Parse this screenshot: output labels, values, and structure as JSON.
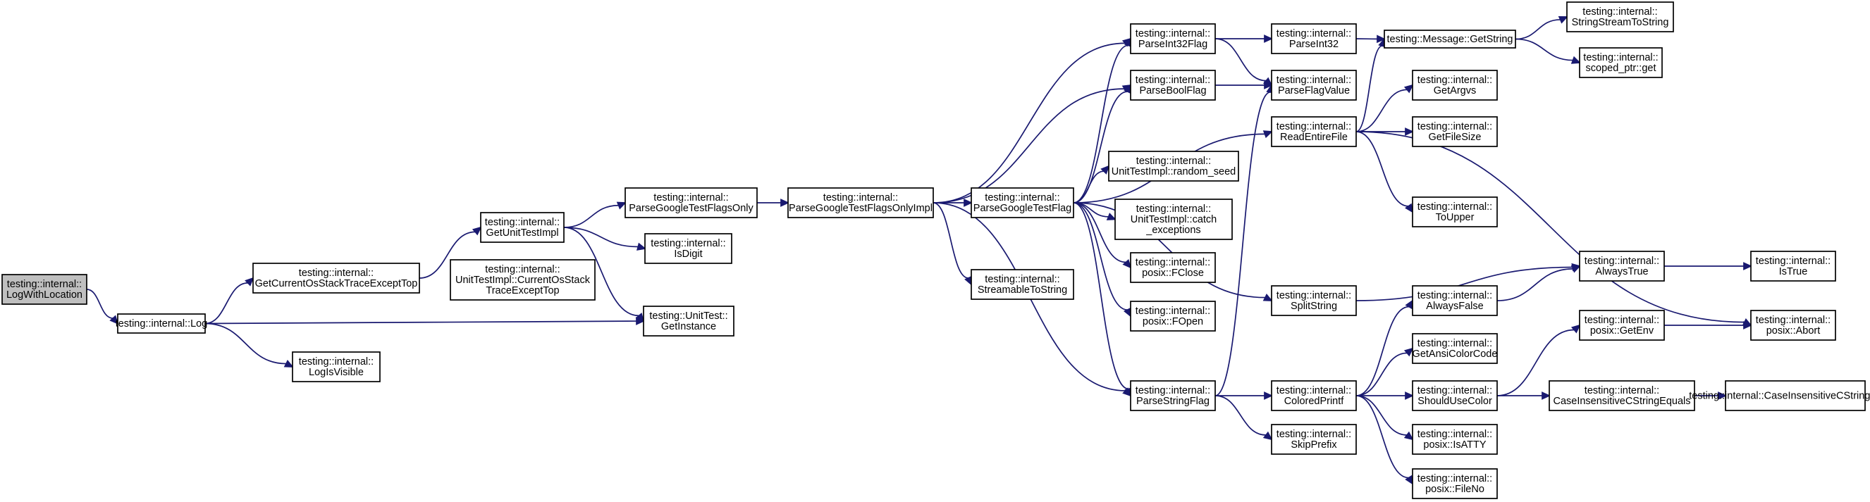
{
  "graph": {
    "title": "",
    "nodes": [
      {
        "id": "root",
        "lines": [
          "testing::internal::",
          "LogWithLocation"
        ],
        "root": true
      },
      {
        "id": "log",
        "lines": [
          "testing::internal::Log"
        ]
      },
      {
        "id": "getcur",
        "lines": [
          "testing::internal::",
          "GetCurrentOsStackTraceExceptTop"
        ]
      },
      {
        "id": "logvis",
        "lines": [
          "testing::internal::",
          "LogIsVisible"
        ]
      },
      {
        "id": "getunit",
        "lines": [
          "testing::internal::",
          "GetUnitTestImpl"
        ]
      },
      {
        "id": "uticur",
        "lines": [
          "testing::internal::",
          "UnitTestImpl::CurrentOsStack",
          "TraceExceptTop"
        ]
      },
      {
        "id": "pgtfo",
        "lines": [
          "testing::internal::",
          "ParseGoogleTestFlagsOnly"
        ]
      },
      {
        "id": "isdigit",
        "lines": [
          "testing::internal::",
          "IsDigit"
        ]
      },
      {
        "id": "getinst",
        "lines": [
          "testing::UnitTest::",
          "GetInstance"
        ]
      },
      {
        "id": "pgtfoi",
        "lines": [
          "testing::internal::",
          "ParseGoogleTestFlagsOnlyImpl"
        ]
      },
      {
        "id": "pgtf",
        "lines": [
          "testing::internal::",
          "ParseGoogleTestFlag"
        ]
      },
      {
        "id": "s2s",
        "lines": [
          "testing::internal::",
          "StreamableToString"
        ]
      },
      {
        "id": "pi32f",
        "lines": [
          "testing::internal::",
          "ParseInt32Flag"
        ]
      },
      {
        "id": "pbool",
        "lines": [
          "testing::internal::",
          "ParseBoolFlag"
        ]
      },
      {
        "id": "rseed",
        "lines": [
          "testing::internal::",
          "UnitTestImpl::random_seed"
        ]
      },
      {
        "id": "catchex",
        "lines": [
          "testing::internal::",
          "UnitTestImpl::catch",
          "_exceptions"
        ]
      },
      {
        "id": "fclose",
        "lines": [
          "testing::internal::",
          "posix::FClose"
        ]
      },
      {
        "id": "fopen",
        "lines": [
          "testing::internal::",
          "posix::FOpen"
        ]
      },
      {
        "id": "pstr",
        "lines": [
          "testing::internal::",
          "ParseStringFlag"
        ]
      },
      {
        "id": "pi32",
        "lines": [
          "testing::internal::",
          "ParseInt32"
        ]
      },
      {
        "id": "pfv",
        "lines": [
          "testing::internal::",
          "ParseFlagValue"
        ]
      },
      {
        "id": "ref",
        "lines": [
          "testing::internal::",
          "ReadEntireFile"
        ]
      },
      {
        "id": "split",
        "lines": [
          "testing::internal::",
          "SplitString"
        ]
      },
      {
        "id": "cprintf",
        "lines": [
          "testing::internal::",
          "ColoredPrintf"
        ]
      },
      {
        "id": "skip",
        "lines": [
          "testing::internal::",
          "SkipPrefix"
        ]
      },
      {
        "id": "msgget",
        "lines": [
          "testing::Message::GetString"
        ]
      },
      {
        "id": "argvs",
        "lines": [
          "testing::internal::",
          "GetArgvs"
        ]
      },
      {
        "id": "fsize",
        "lines": [
          "testing::internal::",
          "GetFileSize"
        ]
      },
      {
        "id": "toupper",
        "lines": [
          "testing::internal::",
          "ToUpper"
        ]
      },
      {
        "id": "afalse",
        "lines": [
          "testing::internal::",
          "AlwaysFalse"
        ]
      },
      {
        "id": "ansi",
        "lines": [
          "testing::internal::",
          "GetAnsiColorCode"
        ]
      },
      {
        "id": "usecolor",
        "lines": [
          "testing::internal::",
          "ShouldUseColor"
        ]
      },
      {
        "id": "isatty",
        "lines": [
          "testing::internal::",
          "posix::IsATTY"
        ]
      },
      {
        "id": "fileno",
        "lines": [
          "testing::internal::",
          "posix::FileNo"
        ]
      },
      {
        "id": "sss",
        "lines": [
          "testing::internal::",
          "StringStreamToString"
        ]
      },
      {
        "id": "scoped",
        "lines": [
          "testing::internal::",
          "scoped_ptr::get"
        ]
      },
      {
        "id": "atrue",
        "lines": [
          "testing::internal::",
          "AlwaysTrue"
        ]
      },
      {
        "id": "getenv",
        "lines": [
          "testing::internal::",
          "posix::GetEnv"
        ]
      },
      {
        "id": "cice1",
        "lines": [
          "testing::internal::",
          "CaseInsensitiveCStringEquals"
        ]
      },
      {
        "id": "istrue",
        "lines": [
          "testing::internal::",
          "IsTrue"
        ]
      },
      {
        "id": "abort",
        "lines": [
          "testing::internal::",
          "posix::Abort"
        ]
      },
      {
        "id": "cice2",
        "lines": [
          "testing::internal::CaseInsensitiveCStringEquals"
        ]
      }
    ],
    "edges": [
      [
        "root",
        "log"
      ],
      [
        "log",
        "getcur"
      ],
      [
        "log",
        "getinst"
      ],
      [
        "log",
        "logvis"
      ],
      [
        "getcur",
        "getunit"
      ],
      [
        "getunit",
        "pgtfo"
      ],
      [
        "getunit",
        "isdigit"
      ],
      [
        "getunit",
        "getinst"
      ],
      [
        "pgtfo",
        "pgtfoi"
      ],
      [
        "pgtfoi",
        "pi32f"
      ],
      [
        "pgtfoi",
        "pbool"
      ],
      [
        "pgtfoi",
        "pgtf"
      ],
      [
        "pgtfoi",
        "s2s"
      ],
      [
        "pgtfoi",
        "pstr"
      ],
      [
        "pgtf",
        "pi32f"
      ],
      [
        "pgtf",
        "pbool"
      ],
      [
        "pgtf",
        "ref"
      ],
      [
        "pgtf",
        "rseed"
      ],
      [
        "pgtf",
        "catchex"
      ],
      [
        "pgtf",
        "fclose"
      ],
      [
        "pgtf",
        "fopen"
      ],
      [
        "pgtf",
        "pstr"
      ],
      [
        "pgtf",
        "split"
      ],
      [
        "pi32f",
        "pi32"
      ],
      [
        "pi32f",
        "pfv"
      ],
      [
        "pbool",
        "pfv"
      ],
      [
        "pstr",
        "pfv"
      ],
      [
        "pstr",
        "cprintf"
      ],
      [
        "pstr",
        "skip"
      ],
      [
        "pi32",
        "msgget"
      ],
      [
        "ref",
        "msgget"
      ],
      [
        "ref",
        "argvs"
      ],
      [
        "ref",
        "fsize"
      ],
      [
        "ref",
        "toupper"
      ],
      [
        "ref",
        "abort"
      ],
      [
        "split",
        "atrue"
      ],
      [
        "cprintf",
        "afalse"
      ],
      [
        "cprintf",
        "ansi"
      ],
      [
        "cprintf",
        "usecolor"
      ],
      [
        "cprintf",
        "isatty"
      ],
      [
        "cprintf",
        "fileno"
      ],
      [
        "msgget",
        "sss"
      ],
      [
        "msgget",
        "scoped"
      ],
      [
        "afalse",
        "atrue"
      ],
      [
        "atrue",
        "istrue"
      ],
      [
        "usecolor",
        "getenv"
      ],
      [
        "usecolor",
        "cice1"
      ],
      [
        "getenv",
        "abort"
      ],
      [
        "cice1",
        "cice2"
      ]
    ]
  }
}
